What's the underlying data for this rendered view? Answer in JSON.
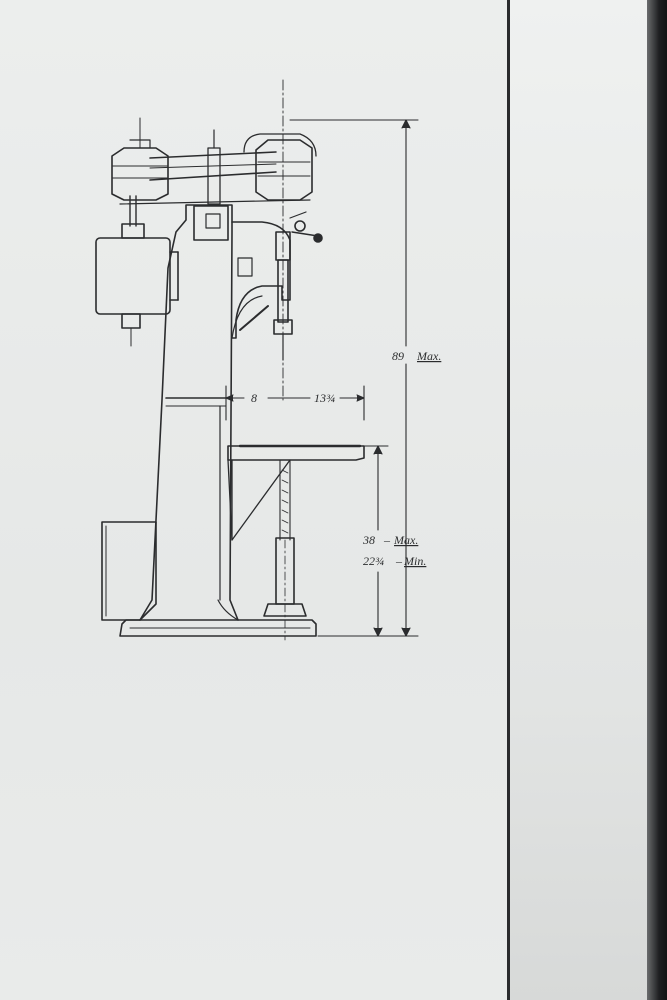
{
  "drawing": {
    "height_label": "89",
    "height_qualifier": "Max.",
    "reach_left_label": "8",
    "reach_right_label": "13¾",
    "table_max_label": "38",
    "table_max_qualifier": "Max.",
    "table_min_label": "22¾",
    "table_min_qualifier": "Min."
  },
  "colors": {
    "ink": "#2b2c2e",
    "paper": "#eceeed",
    "binding": "#2a2b2d"
  }
}
